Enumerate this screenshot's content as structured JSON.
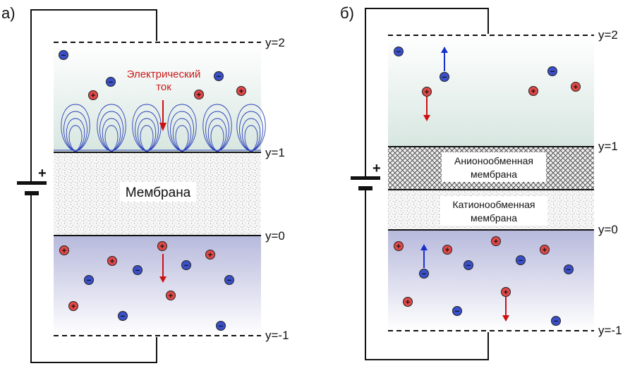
{
  "colors": {
    "upper_fill": "#d7e6e0",
    "lower_fill": "#b7b9dc",
    "anion": "#3a4fc8",
    "cation": "#e04848",
    "arrow_red": "#cc1111",
    "arrow_blue": "#1a2fcc",
    "current_label": "#cc1a1a",
    "vortex": "#2a3fb8"
  },
  "panel_a": {
    "label": "а)",
    "levels": [
      "y=2",
      "y=1",
      "y=0",
      "y=-1"
    ],
    "battery_plus": "+",
    "membrane_label": "Мембрана",
    "current_label_line1": "Электрический",
    "current_label_line2": "ток",
    "ion_symbols": {
      "cation": "+",
      "anion": "−"
    }
  },
  "panel_b": {
    "label": "б)",
    "levels": [
      "y=2",
      "y=1",
      "y=0",
      "y=-1"
    ],
    "battery_plus": "+",
    "anion_membrane_line1": "Анионообменная",
    "anion_membrane_line2": "мембрана",
    "cation_membrane_line1": "Катионообменная",
    "cation_membrane_line2": "мембрана",
    "ion_symbols": {
      "cation": "+",
      "anion": "−"
    }
  }
}
